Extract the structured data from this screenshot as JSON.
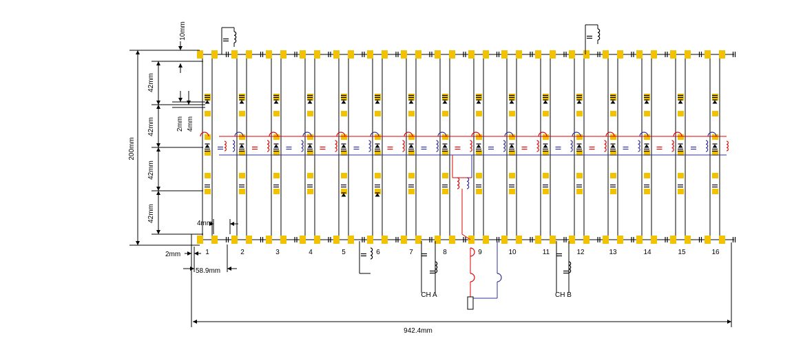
{
  "colors": {
    "pad": "#f2c200",
    "wire": "#000000",
    "red_network": "#e00000",
    "blue_network": "#30309a",
    "background": "#ffffff"
  },
  "dimensions": {
    "top_gap": "10mm",
    "segment_1": "42mm",
    "segment_2": "42mm",
    "segment_3": "42mm",
    "segment_4": "42mm",
    "thin_gap_a": "2mm",
    "thin_gap_b": "4mm",
    "total_height": "200mm",
    "leg_width": "4mm",
    "edge_gap": "2mm",
    "leg_pitch": "58.9mm",
    "total_width": "942.4mm"
  },
  "legs": [
    "1",
    "2",
    "3",
    "4",
    "5",
    "6",
    "7",
    "8",
    "9",
    "10",
    "11",
    "12",
    "13",
    "14",
    "15",
    "16"
  ],
  "channels": {
    "a": "CH A",
    "b": "CH B"
  },
  "icons": {
    "capacitor": "capacitor-icon",
    "inductor": "inductor-icon",
    "pin_diode": "pin-diode-icon",
    "coax": "coax-connector-icon"
  }
}
